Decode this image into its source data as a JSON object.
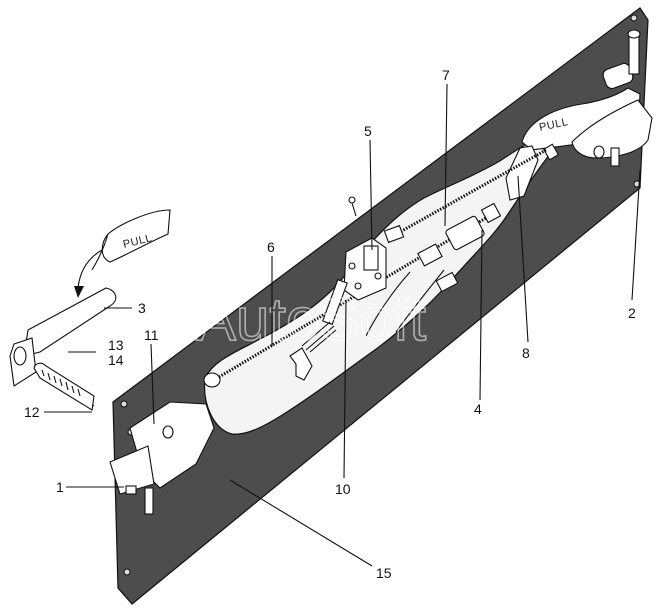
{
  "diagram": {
    "callouts": [
      "1",
      "2",
      "3",
      "4",
      "5",
      "6",
      "7",
      "8",
      "10",
      "11",
      "12",
      "13",
      "14",
      "15"
    ],
    "pull_label_panel": "PULL",
    "pull_label_loose": "PULL",
    "watermark": "AutoSoft"
  },
  "colors": {
    "panel": "#4a4a4a",
    "cutout": "#f4f4f4",
    "line": "#111111"
  }
}
